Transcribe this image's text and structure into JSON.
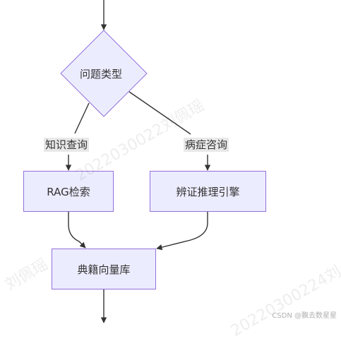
{
  "nodes": {
    "decision": "问题类型",
    "rag": "RAG检索",
    "syndrome": "辨证推理引擎",
    "classics": "典籍向量库"
  },
  "edges": {
    "knowledge_query": "知识查询",
    "symptom_consult": "病症咨询"
  },
  "watermark": {
    "text_main": "2022030022刘佩瑶",
    "text_left": "刘佩瑶",
    "text_bottom": "20220300224刘"
  },
  "footer": "CSDN @飘去数星星",
  "colors": {
    "node_fill": "#ececff",
    "node_border": "#9370db",
    "edge_line": "#333333",
    "label_bg": "#e8e8e8"
  }
}
